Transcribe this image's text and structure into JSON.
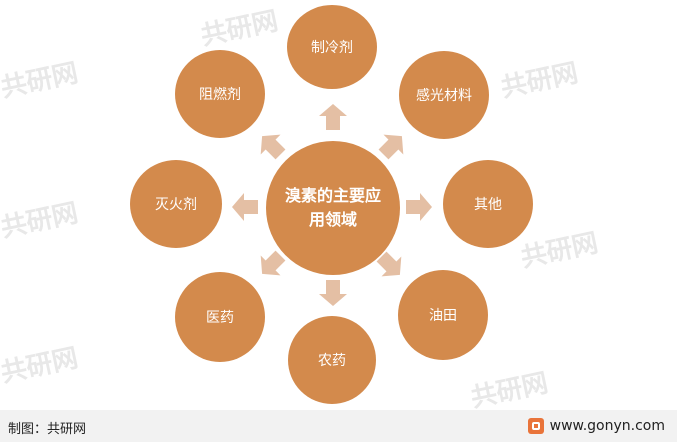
{
  "diagram": {
    "center_label": "溴素的主要应用领域",
    "nodes": [
      {
        "label": "制冷剂"
      },
      {
        "label": "感光材料"
      },
      {
        "label": "其他"
      },
      {
        "label": "油田"
      },
      {
        "label": "农药"
      },
      {
        "label": "医药"
      },
      {
        "label": "灭火剂"
      },
      {
        "label": "阻燃剂"
      }
    ]
  },
  "footer": {
    "source": "制图：共研网",
    "website": "www.gonyn.com"
  },
  "watermark": {
    "text": "共研网",
    "url": "www.gonyn.com"
  },
  "colors": {
    "node_fill": "#d38a4c",
    "arrow_fill": "#e4bfa4",
    "node_text": "#ffffff"
  }
}
